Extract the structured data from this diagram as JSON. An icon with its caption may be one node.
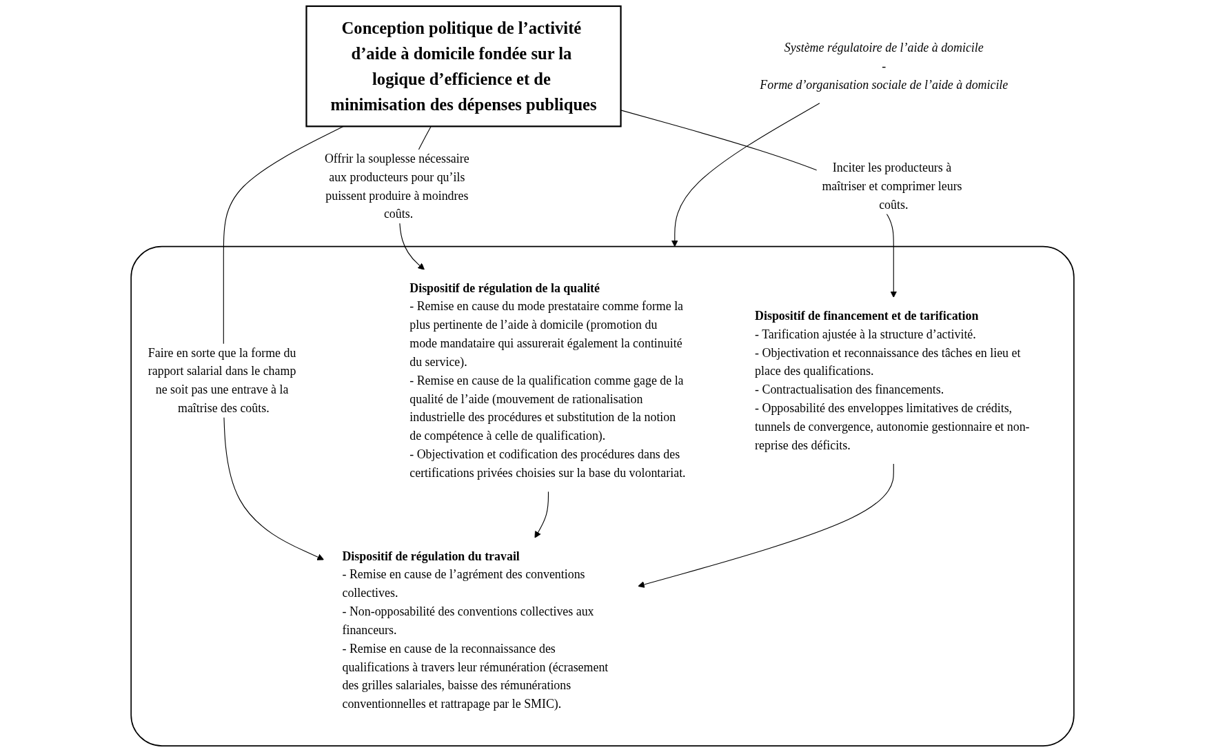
{
  "diagram": {
    "nodes": [
      {
        "text": [
          "Conception politique de l’activité d’aide à domicile fondée sur la logique d’efficience et de minimisation des dépenses publiques"
        ]
      },
      {
        "text": [
          "Système régulatoire de l’aide à domicile",
          "-",
          "Forme d’organisation sociale de l’aide à domicile"
        ]
      },
      {
        "text": [],
        "shape": "box"
      },
      {
        "text": [
          "Dispositif de régulation de la qualité",
          "- Remise en cause du mode prestataire comme forme la plus pertinente de l’aide à domicile (promotion du mode mandataire qui assurerait également la continuité du service).",
          "- Remise en cause de la qualification comme gage de la qualité de l’aide (mouvement de rationalisation industrielle des procédures et substitution de la notion de compétence à celle de qualification).",
          "- Objectivation et codification des procédures dans des certifications privées choisies sur la base du volontariat."
        ],
        "in": 2
      },
      {
        "text": [
          "Dispositif de régulation du travail",
          "- Remise en cause de l’agrément des conventions collectives.",
          "- Non-opposabilité des conventions collectives aux financeurs.",
          "- Remise en cause de la reconnaissance des qualifications à travers leur rémunération (écrasement des grilles salariales, baisse des rémunérations conventionnelles et rattrapage par le SMIC)."
        ],
        "in": 2
      },
      {
        "text": [
          "Dispositif de financement et de tarification",
          "- Tarification ajustée à la structure d’activité.",
          "- Objectivation et reconnaissance des tâches en lieu et place des qualifications.",
          "- Contractualisation des financements.",
          "- Opposabilité des enveloppes limitatives de crédits, tunnels de convergence, autonomie gestionnaire et non-reprise des déficits."
        ],
        "in": 2
      }
    ],
    "edges": [
      {
        "from": 0,
        "to": 3,
        "arrow": "to",
        "label": "Offrir la souplesse nécessaire aux producteurs pour qu’ils puissent produire à moindres coûts."
      },
      {
        "from": 0,
        "to": 4,
        "arrow": "to",
        "label": "Faire en sorte que la forme du rapport salarial dans le champ ne soit pas une entrave à la maîtrise des coûts."
      },
      {
        "from": 0,
        "to": 5,
        "arrow": "to",
        "label": "Inciter les producteurs à maîtriser et comprimer leurs coûts."
      },
      {
        "from": 1,
        "to": 2,
        "arrow": "to"
      },
      {
        "from": 3,
        "to": 4,
        "arrow": "to"
      },
      {
        "from": 5,
        "to": 4,
        "arrow": "to"
      }
    ]
  }
}
